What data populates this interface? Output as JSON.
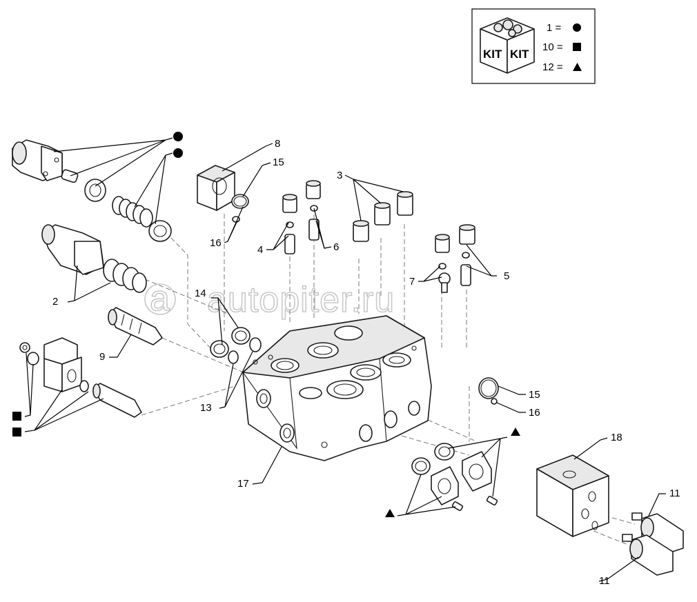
{
  "legend": {
    "kit_label": "KIT",
    "entries": [
      {
        "label": "1 =",
        "symbol": "circle"
      },
      {
        "label": "10 =",
        "symbol": "square"
      },
      {
        "label": "12 =",
        "symbol": "triangle"
      }
    ]
  },
  "watermark": "autopiter.ru",
  "callouts": {
    "c2": "2",
    "c3": "3",
    "c4": "4",
    "c5": "5",
    "c6": "6",
    "c7": "7",
    "c8": "8",
    "c9": "9",
    "c11a": "11",
    "c11b": "11",
    "c13": "13",
    "c14": "14",
    "c15a": "15",
    "c15b": "15",
    "c16a": "16",
    "c16b": "16",
    "c17": "17",
    "c18": "18"
  },
  "symbol_colors": {
    "marker": "#000000",
    "line": "#1a1a1a",
    "shade": "#e8e8e8"
  }
}
